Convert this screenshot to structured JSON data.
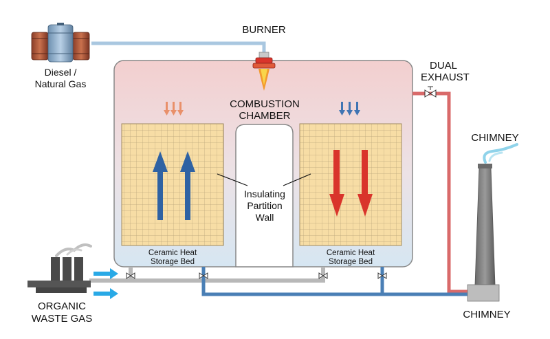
{
  "labels": {
    "burner": "BURNER",
    "fuel_line1": "Diesel /",
    "fuel_line2": "Natural Gas",
    "combustion_line1": "COMBUSTION",
    "combustion_line2": "CHAMBER",
    "dual_exhaust_line1": "DUAL",
    "dual_exhaust_line2": "EXHAUST",
    "chimney_top": "CHIMNEY",
    "chimney_bottom": "CHIMNEY",
    "partition_line1": "Insulating",
    "partition_line2": "Partition",
    "partition_line3": "Wall",
    "bed_left_line1": "Ceramic Heat",
    "bed_left_line2": "Storage Bed",
    "bed_right_line1": "Ceramic Heat",
    "bed_right_line2": "Storage Bed",
    "waste_gas_line1": "ORGANIC",
    "waste_gas_line2": "WASTE GAS"
  },
  "colors": {
    "fuel_line": "#a9c7e0",
    "hot_flow": "#d9342b",
    "cool_flow": "#2f62a3",
    "inlet_pipe": "#b8b8b8",
    "outlet_pipe": "#4a7fb5",
    "exhaust_pipe": "#d96a6a",
    "inflow_arrow": "#29a9e6",
    "ceramic_bed": "#f7dda5",
    "chamber_top": "#f3cfcf",
    "chamber_bottom": "#d6e6f2"
  }
}
